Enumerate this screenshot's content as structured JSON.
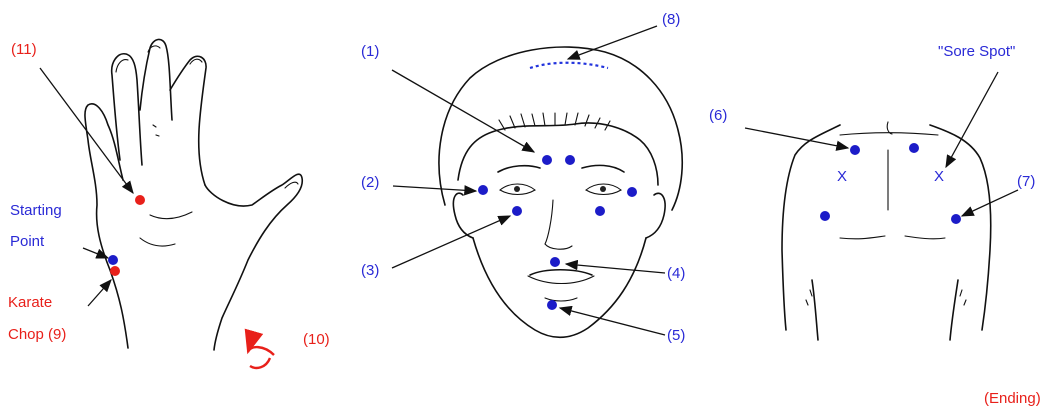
{
  "labels": {
    "p1": "(1)",
    "p2": "(2)",
    "p3": "(3)",
    "p4": "(4)",
    "p5": "(5)",
    "p6": "(6)",
    "p7": "(7)",
    "p8": "(8)",
    "p9": "Karate",
    "p9b": "Chop (9)",
    "p10": "(10)",
    "p11": "(11)",
    "start1": "Starting",
    "start2": "Point",
    "sore": "\"Sore Spot\"",
    "x_left": "X",
    "x_right": "X",
    "ending": "(Ending)"
  },
  "colors": {
    "point_blue": "#1c1cc8",
    "point_red": "#e8201a",
    "label_blue": "#2a2ad6",
    "label_red": "#e8201a"
  }
}
